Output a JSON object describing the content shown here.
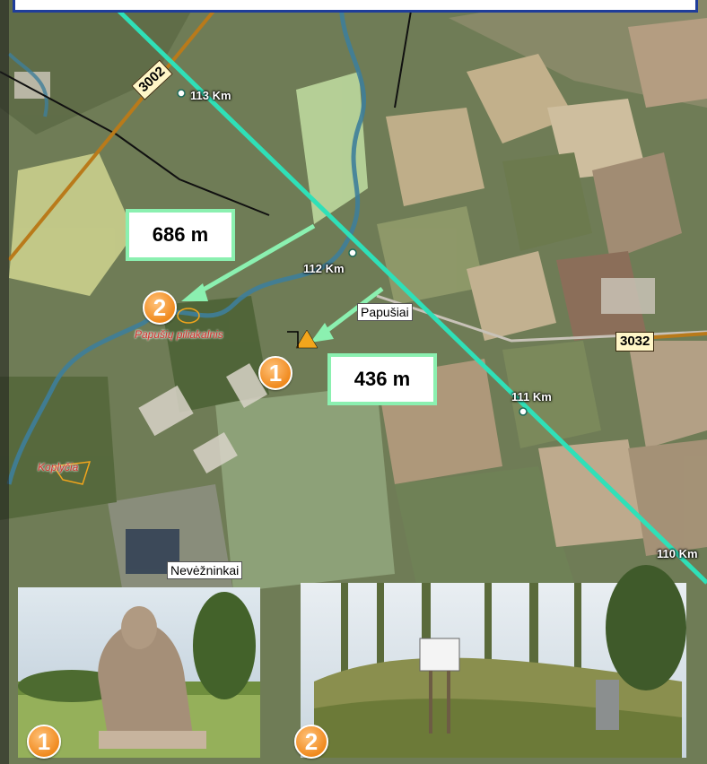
{
  "map": {
    "road_numbers": [
      "3002",
      "3032"
    ],
    "km_markers": [
      "113 Km",
      "112 Km",
      "111 Km",
      "110 Km"
    ],
    "places": {
      "papusiai": "Papušiai",
      "neveznikai": "Nevėžninkai",
      "hillfort": "Papušių piliakalnis",
      "chapel": "Koplyčia"
    },
    "distances": {
      "to_hillfort": "686 m",
      "to_site_1": "436 m"
    },
    "markers": {
      "one": "1",
      "two": "2"
    },
    "colors": {
      "route_line": "#2fe0b8",
      "distance_arrow": "#8bf0b0",
      "marker": "#f08a1e",
      "banner_border": "#1f3d9a",
      "road_badge_bg": "#fff6c7",
      "label_red": "#d0302a"
    }
  },
  "photos": {
    "photo_1_marker": "1",
    "photo_2_marker": "2"
  }
}
